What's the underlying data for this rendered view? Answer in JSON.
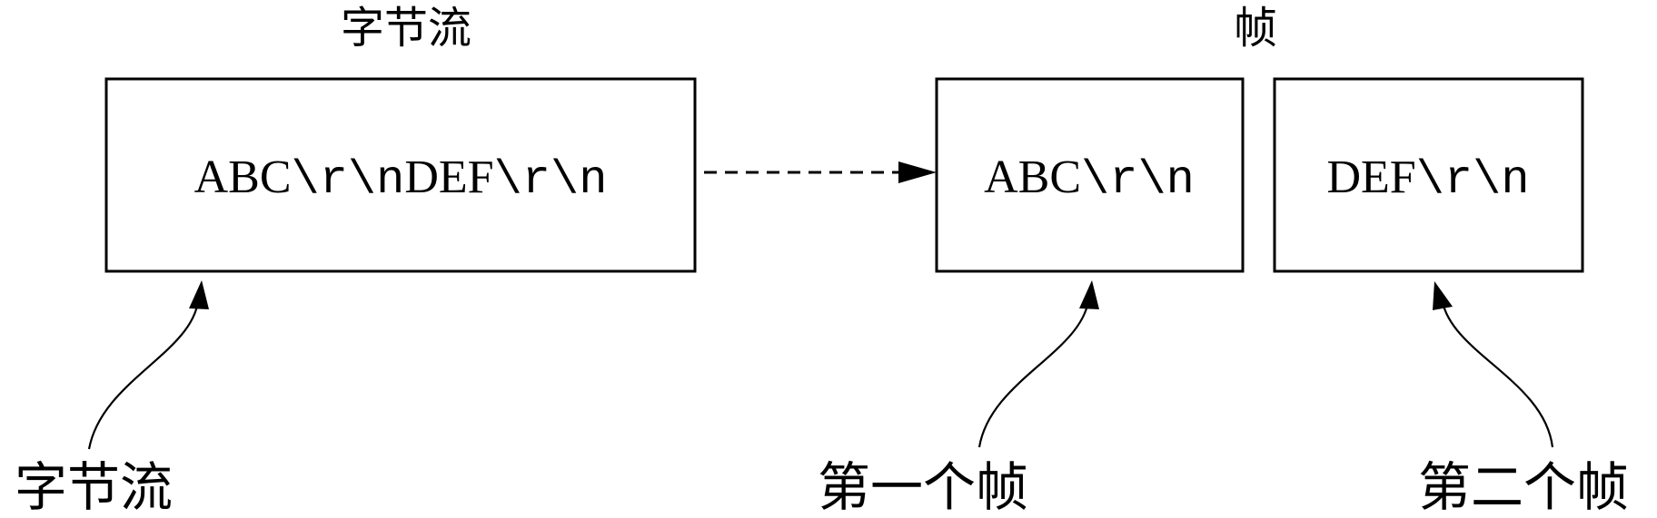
{
  "titles": {
    "stream": "字节流",
    "frames": "帧"
  },
  "boxes": {
    "stream": {
      "part1": "ABC",
      "part2": "\\r\\n",
      "part3": "DEF",
      "part4": "\\r\\n"
    },
    "frame1": {
      "part1": "ABC",
      "part2": "\\r\\n"
    },
    "frame2": {
      "part1": "DEF",
      "part2": "\\r\\n"
    }
  },
  "captions": {
    "stream": "字节流",
    "frame1": "第一个帧",
    "frame2": "第二个帧"
  },
  "colors": {
    "stroke": "#000000",
    "background": "#ffffff"
  }
}
